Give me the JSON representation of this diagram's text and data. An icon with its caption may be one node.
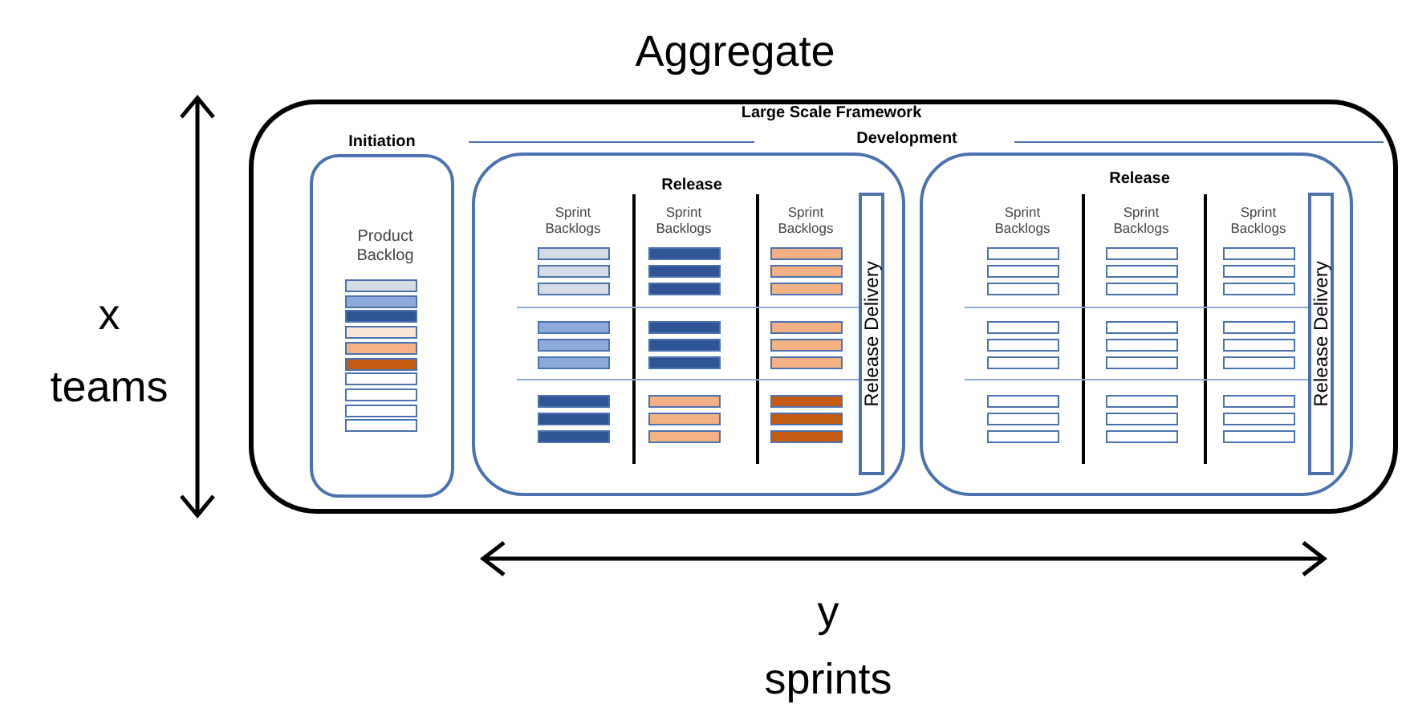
{
  "diagram": {
    "nodes": [
      {
        "text": [
          "Aggregate",
          "Large Scale Framework"
        ]
      },
      {
        "text": [
          "Initiation",
          "Product Backlog"
        ],
        "in": 0
      },
      {
        "text": [
          "Release",
          "Sprint Backlogs",
          "Sprint Backlogs",
          "Sprint Backlogs"
        ],
        "in": 0
      },
      {
        "text": [
          "Release Delivery"
        ],
        "in": 2
      },
      {
        "text": [
          "Release",
          "Sprint Backlogs",
          "Sprint Backlogs",
          "Sprint Backlogs"
        ],
        "in": 0
      },
      {
        "text": [
          "Release Delivery"
        ],
        "in": 4
      }
    ],
    "labels": [
      "Development",
      "x",
      "teams",
      "y",
      "sprints"
    ]
  }
}
